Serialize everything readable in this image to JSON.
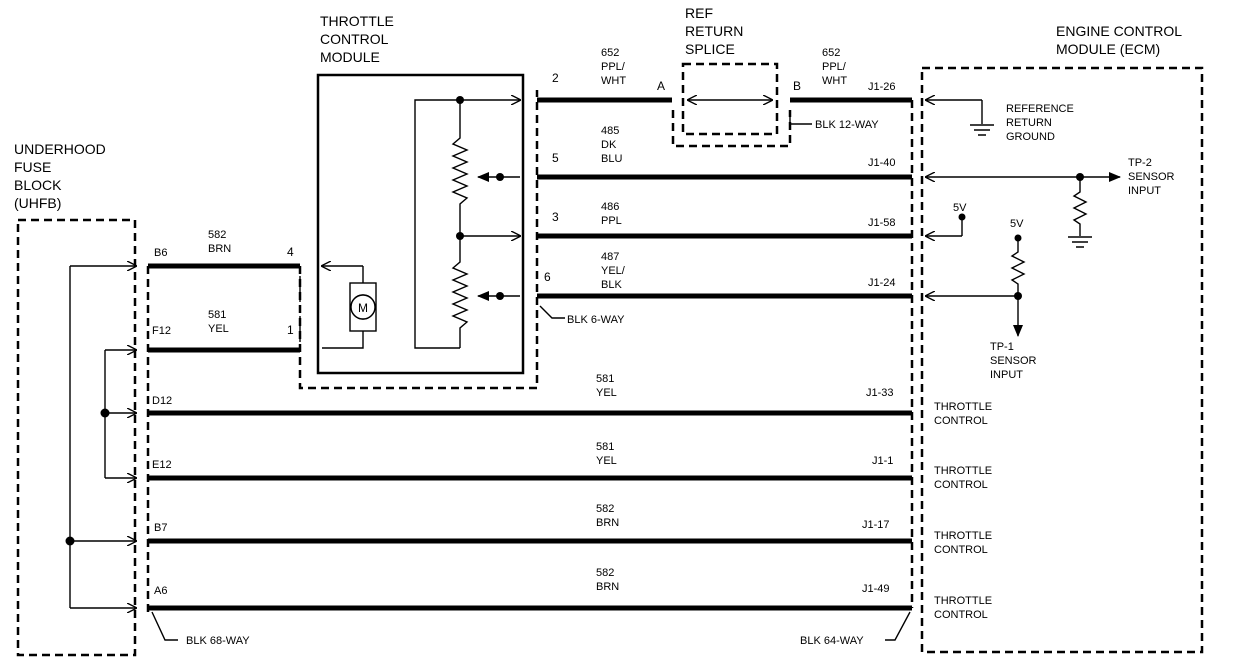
{
  "fuse_block": {
    "title": [
      "UNDERHOOD",
      "FUSE",
      "BLOCK",
      "(UHFB)"
    ],
    "connector": "BLK 68-WAY"
  },
  "throttle_module": {
    "title": [
      "THROTTLE",
      "CONTROL",
      "MODULE"
    ],
    "connector": "BLK 6-WAY",
    "motor": "M"
  },
  "ref_splice": {
    "title": [
      "REF",
      "RETURN",
      "SPLICE"
    ],
    "pin_a": "A",
    "pin_b": "B",
    "connector": "BLK 12-WAY"
  },
  "ecm": {
    "title": [
      "ENGINE CONTROL",
      "MODULE (ECM)"
    ],
    "connector": "BLK 64-WAY"
  },
  "wires": [
    {
      "lines": [
        "652",
        "PPL/",
        "WHT"
      ],
      "module_pin": "2",
      "ecm_pin": "J1-26"
    },
    {
      "lines": [
        "652",
        "PPL/",
        "WHT"
      ]
    },
    {
      "lines": [
        "485",
        "DK",
        "BLU"
      ],
      "module_pin": "5",
      "ecm_pin": "J1-40"
    },
    {
      "lines": [
        "486",
        "PPL"
      ],
      "module_pin": "3",
      "ecm_pin": "J1-58"
    },
    {
      "lines": [
        "487",
        "YEL/",
        "BLK"
      ],
      "module_pin": "6",
      "ecm_pin": "J1-24"
    },
    {
      "lines": [
        "582",
        "BRN"
      ],
      "fuse_pin": "B6",
      "module_pin": "4"
    },
    {
      "lines": [
        "581",
        "YEL"
      ],
      "fuse_pin": "F12",
      "module_pin": "1"
    },
    {
      "lines": [
        "581",
        "YEL"
      ],
      "fuse_pin": "D12",
      "ecm_pin": "J1-33"
    },
    {
      "lines": [
        "581",
        "YEL"
      ],
      "fuse_pin": "E12",
      "ecm_pin": "J1-1"
    },
    {
      "lines": [
        "582",
        "BRN"
      ],
      "fuse_pin": "B7",
      "ecm_pin": "J1-17"
    },
    {
      "lines": [
        "582",
        "BRN"
      ],
      "fuse_pin": "A6",
      "ecm_pin": "J1-49"
    }
  ],
  "ecm_side": {
    "ref_ground": [
      "REFERENCE",
      "RETURN",
      "GROUND"
    ],
    "tp2": [
      "TP-2",
      "SENSOR",
      "INPUT"
    ],
    "tp1": [
      "TP-1",
      "SENSOR",
      "INPUT"
    ],
    "supply_a": "5V",
    "supply_b": "5V",
    "throttle_control": [
      "THROTTLE",
      "CONTROL"
    ]
  }
}
